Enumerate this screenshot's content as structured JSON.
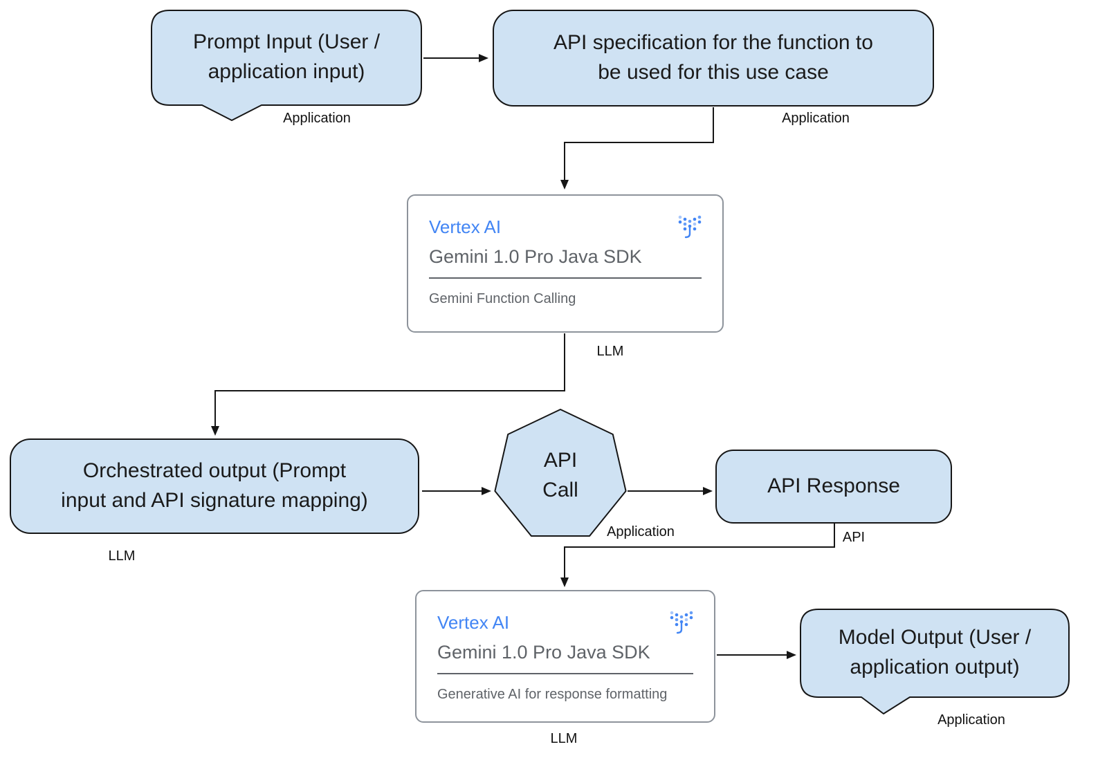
{
  "nodes": {
    "prompt_input": {
      "label": "Prompt Input (User /\napplication input)",
      "caption": "Application"
    },
    "api_spec": {
      "label": "API specification for the function to\nbe used for this use case",
      "caption": "Application"
    },
    "gemini_sdk_top": {
      "product": "Vertex AI",
      "name": "Gemini 1.0 Pro Java SDK",
      "feature": "Gemini Function Calling",
      "caption": "LLM",
      "icon": "vertex-ai-icon"
    },
    "orchestrated_output": {
      "label": "Orchestrated output (Prompt\ninput and API signature mapping)",
      "caption": "LLM"
    },
    "api_call": {
      "label": "API\nCall",
      "caption": "Application"
    },
    "api_response": {
      "label": "API Response",
      "caption": "API"
    },
    "gemini_sdk_bottom": {
      "product": "Vertex AI",
      "name": "Gemini 1.0 Pro Java SDK",
      "feature": "Generative AI for response formatting",
      "caption": "LLM",
      "icon": "vertex-ai-icon"
    },
    "model_output": {
      "label": "Model Output (User /\napplication output)",
      "caption": "Application"
    }
  },
  "colors": {
    "node_fill": "#cfe2f3",
    "node_border": "#161616",
    "card_border": "#8d939b",
    "vertex_blue": "#4285f4",
    "muted": "#5f6368",
    "connector": "#161616"
  }
}
